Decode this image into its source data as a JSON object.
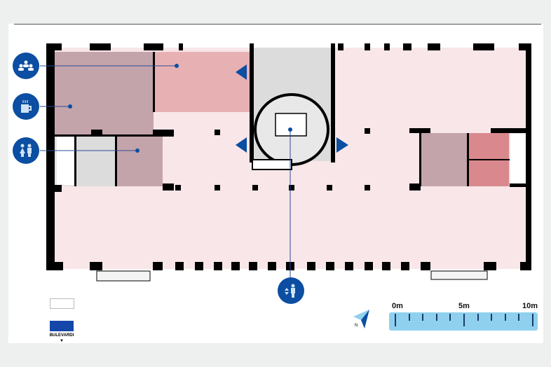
{
  "map": {
    "street_label": "BULEVARDI",
    "street_arrow": "▼"
  },
  "scale": {
    "labels": [
      "0m",
      "5m",
      "10m"
    ],
    "max_m": 10,
    "minor_step_m": 1
  },
  "pois": [
    {
      "name": "meeting-room",
      "icon": "people-group-icon"
    },
    {
      "name": "kitchen",
      "icon": "coffee-cup-icon"
    },
    {
      "name": "restrooms",
      "icon": "restroom-icon"
    },
    {
      "name": "elevator",
      "icon": "elevator-icon"
    }
  ],
  "colors": {
    "accent": "#0b4ea2",
    "open_space": "#f8e6e8",
    "meeting": "#c4a4ab",
    "room": "#e7b1b3",
    "service": "#dcdcdc",
    "scale": "#8fd0ee"
  }
}
